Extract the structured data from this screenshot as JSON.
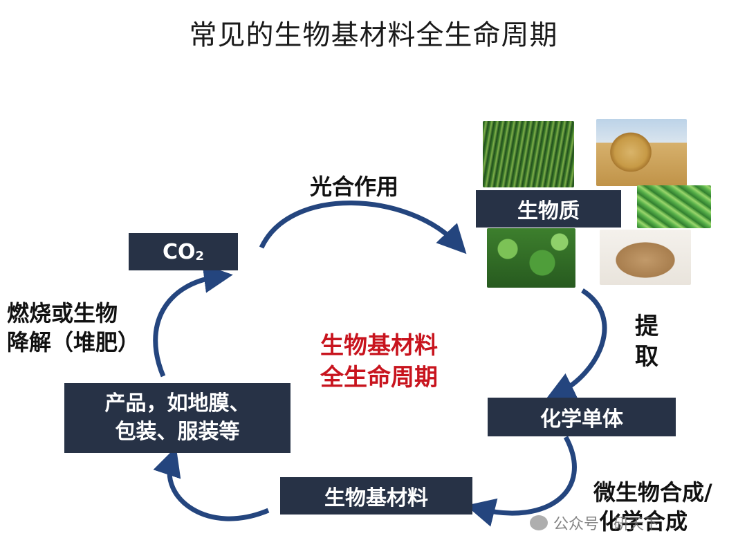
{
  "title": "常见的生物基材料全生命周期",
  "center": {
    "line1": "生物基材料",
    "line2": "全生命周期"
  },
  "nodes": {
    "co2": {
      "main": "CO",
      "sub": "2"
    },
    "biomass": "生物质",
    "monomer": "化学单体",
    "biobased": "生物基材料",
    "products": {
      "line1": "产品，如地膜、",
      "line2": "包装、服装等"
    }
  },
  "edges": {
    "photosynthesis": "光合作用",
    "extraction": {
      "line1": "提",
      "line2": "取"
    },
    "synthesis": {
      "line1": "微生物合成/",
      "line2": "化学合成"
    },
    "degradation": {
      "line1": "燃烧或生物",
      "line2": "降解（堆肥）"
    }
  },
  "images": [
    "grass-photo",
    "hay-bale-photo",
    "green-pods-photo",
    "clover-leaves-photo",
    "brown-powder-photo"
  ],
  "watermark": "公众号 · 研天下",
  "colors": {
    "box": "#273246",
    "arrow": "#24457e",
    "accent": "#c8141e"
  }
}
